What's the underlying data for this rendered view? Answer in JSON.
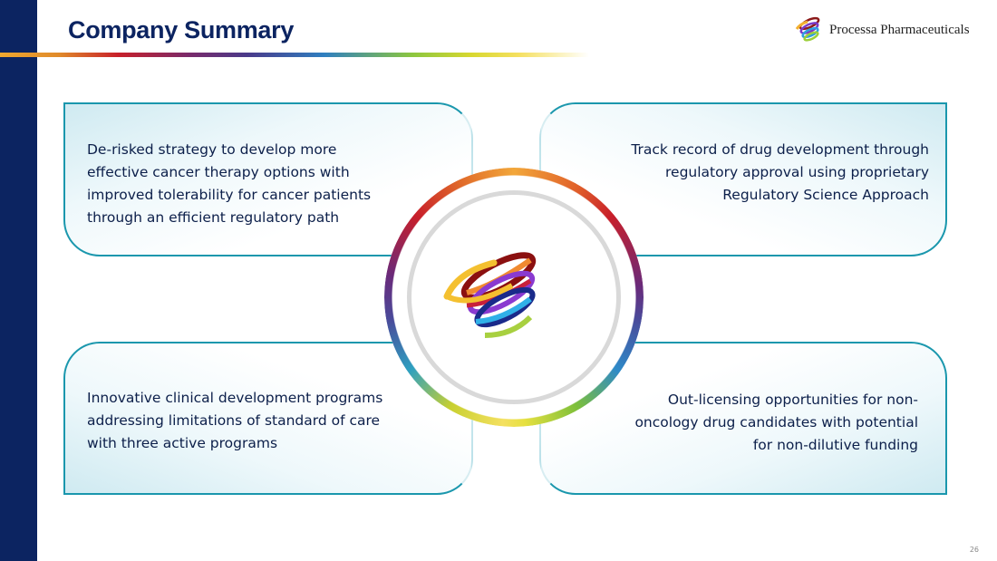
{
  "slide": {
    "title": "Company Summary",
    "brand_name": "Processa Pharmaceuticals",
    "page_number": "26"
  },
  "quadrants": [
    {
      "lines": [
        "De-risked strategy to develop more",
        "effective cancer therapy options with",
        "improved tolerability for cancer patients",
        "through an efficient regulatory path"
      ]
    },
    {
      "lines": [
        "Track record of drug development through",
        "regulatory approval using proprietary",
        "Regulatory Science Approach"
      ]
    },
    {
      "lines": [
        "Innovative clinical development programs",
        "addressing limitations of standard of care",
        "with three active programs"
      ]
    },
    {
      "lines": [
        "Out-licensing opportunities for non-",
        "oncology drug candidates with potential",
        "for non-dilutive funding"
      ]
    }
  ],
  "colors": {
    "navy": "#0c2461",
    "teal_border": "#1a97ad"
  }
}
